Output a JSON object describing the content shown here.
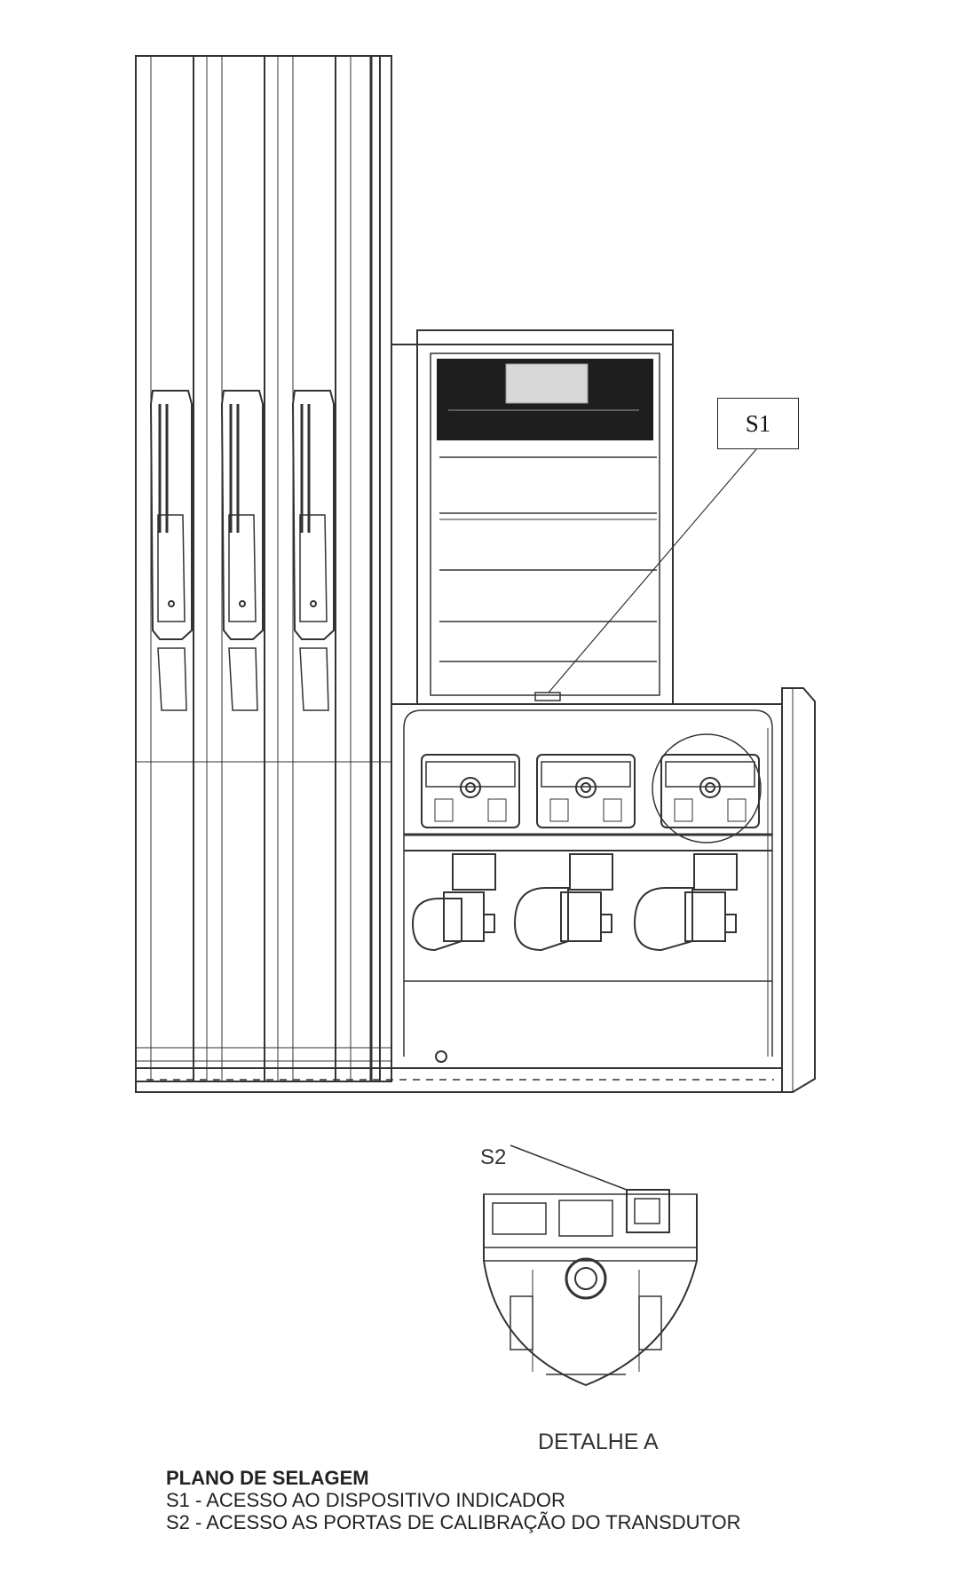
{
  "callouts": {
    "s1": "S1",
    "s2": "S2"
  },
  "detail_label": "DETALHE A",
  "legend": {
    "title": "PLANO DE SELAGEM",
    "items": [
      "S1 - ACESSO AO DISPOSITIVO INDICADOR",
      "S2 - ACESSO AS PORTAS DE CALIBRAÇÃO DO TRANSDUTOR"
    ]
  },
  "colors": {
    "line": "#333333",
    "display_panel": "#1e1e1e"
  }
}
